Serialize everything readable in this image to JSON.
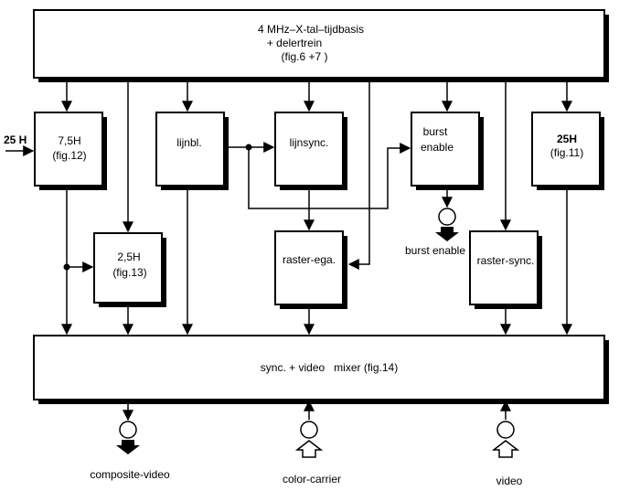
{
  "blocks": {
    "timebase": {
      "line1": "4 MHz–X-tal–tijdbasis",
      "line2": "+ delertrein",
      "line3": "(fig.6 +7 )"
    },
    "b75h": {
      "line1": "7,5H",
      "line2": "(fig.12)"
    },
    "lijnbl": {
      "line1": "lijnbl."
    },
    "lijnsync": {
      "line1": "lijnsync."
    },
    "burst": {
      "line1": "burst",
      "line2": "enable"
    },
    "b25h": {
      "line1": "25H",
      "line2": "(fig.11)"
    },
    "b25h2": {
      "line1": "2,5H",
      "line2": "(fig.13)"
    },
    "raster_ega": {
      "line1": "raster-ega."
    },
    "raster_sync": {
      "line1": "raster-sync."
    },
    "mixer": {
      "line1": "sync. + video   mixer (fig.14)"
    }
  },
  "io": {
    "input_25h": "25 H",
    "burst_enable": "burst enable",
    "composite_video": "composite-video",
    "color_carrier": "color-carrier",
    "video": "video"
  }
}
